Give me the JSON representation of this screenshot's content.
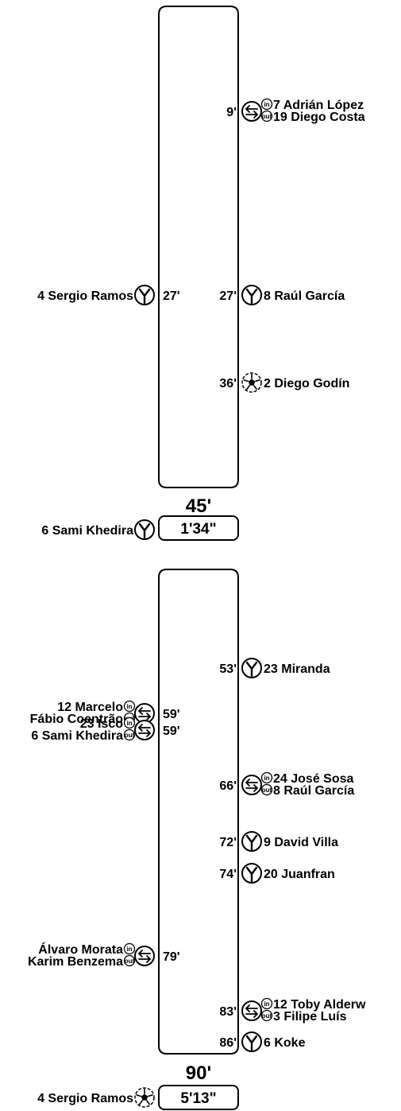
{
  "half_labels": {
    "first": "45'",
    "second": "90'"
  },
  "stoppage": {
    "first": "1'34\"",
    "second": "5'13\""
  },
  "extra_events": [
    {
      "side": "left",
      "type": "yellow",
      "player": "6 Sami Khedira"
    },
    {
      "side": "left",
      "type": "goal",
      "player": "4 Sergio Ramos"
    }
  ],
  "first_half_events": [
    {
      "side": "right",
      "type": "sub",
      "minute": "9'",
      "player_in": "7 Adrián López",
      "player_out": "19 Diego Costa"
    },
    {
      "side": "left",
      "type": "yellow",
      "minute": "27'",
      "player": "4 Sergio Ramos"
    },
    {
      "side": "right",
      "type": "yellow",
      "minute": "27'",
      "player": "8 Raúl García"
    },
    {
      "side": "right",
      "type": "goal",
      "minute": "36'",
      "player": "2 Diego Godín"
    }
  ],
  "second_half_events": [
    {
      "side": "right",
      "type": "yellow",
      "minute": "53'",
      "player": "23 Miranda"
    },
    {
      "side": "left",
      "type": "sub",
      "minute": "59'",
      "player_in": "12 Marcelo",
      "player_out": "Fábio Coentrão"
    },
    {
      "side": "left",
      "type": "sub",
      "minute": "59'",
      "player_in": "23 Isco",
      "player_out": "6 Sami Khedira"
    },
    {
      "side": "right",
      "type": "sub",
      "minute": "66'",
      "player_in": "24 José Sosa",
      "player_out": "8 Raúl García"
    },
    {
      "side": "right",
      "type": "yellow",
      "minute": "72'",
      "player": "9 David Villa"
    },
    {
      "side": "right",
      "type": "yellow",
      "minute": "74'",
      "player": "20 Juanfran"
    },
    {
      "side": "left",
      "type": "sub",
      "minute": "79'",
      "player_in": "Álvaro Morata",
      "player_out": "Karim Benzema"
    },
    {
      "side": "right",
      "type": "sub",
      "minute": "83'",
      "player_in": "12 Toby Alderw",
      "player_out": "3 Filipe Luís"
    },
    {
      "side": "right",
      "type": "yellow",
      "minute": "86'",
      "player": "6 Koke"
    }
  ],
  "icons": {
    "in_badge": "in",
    "out_badge": "out"
  }
}
